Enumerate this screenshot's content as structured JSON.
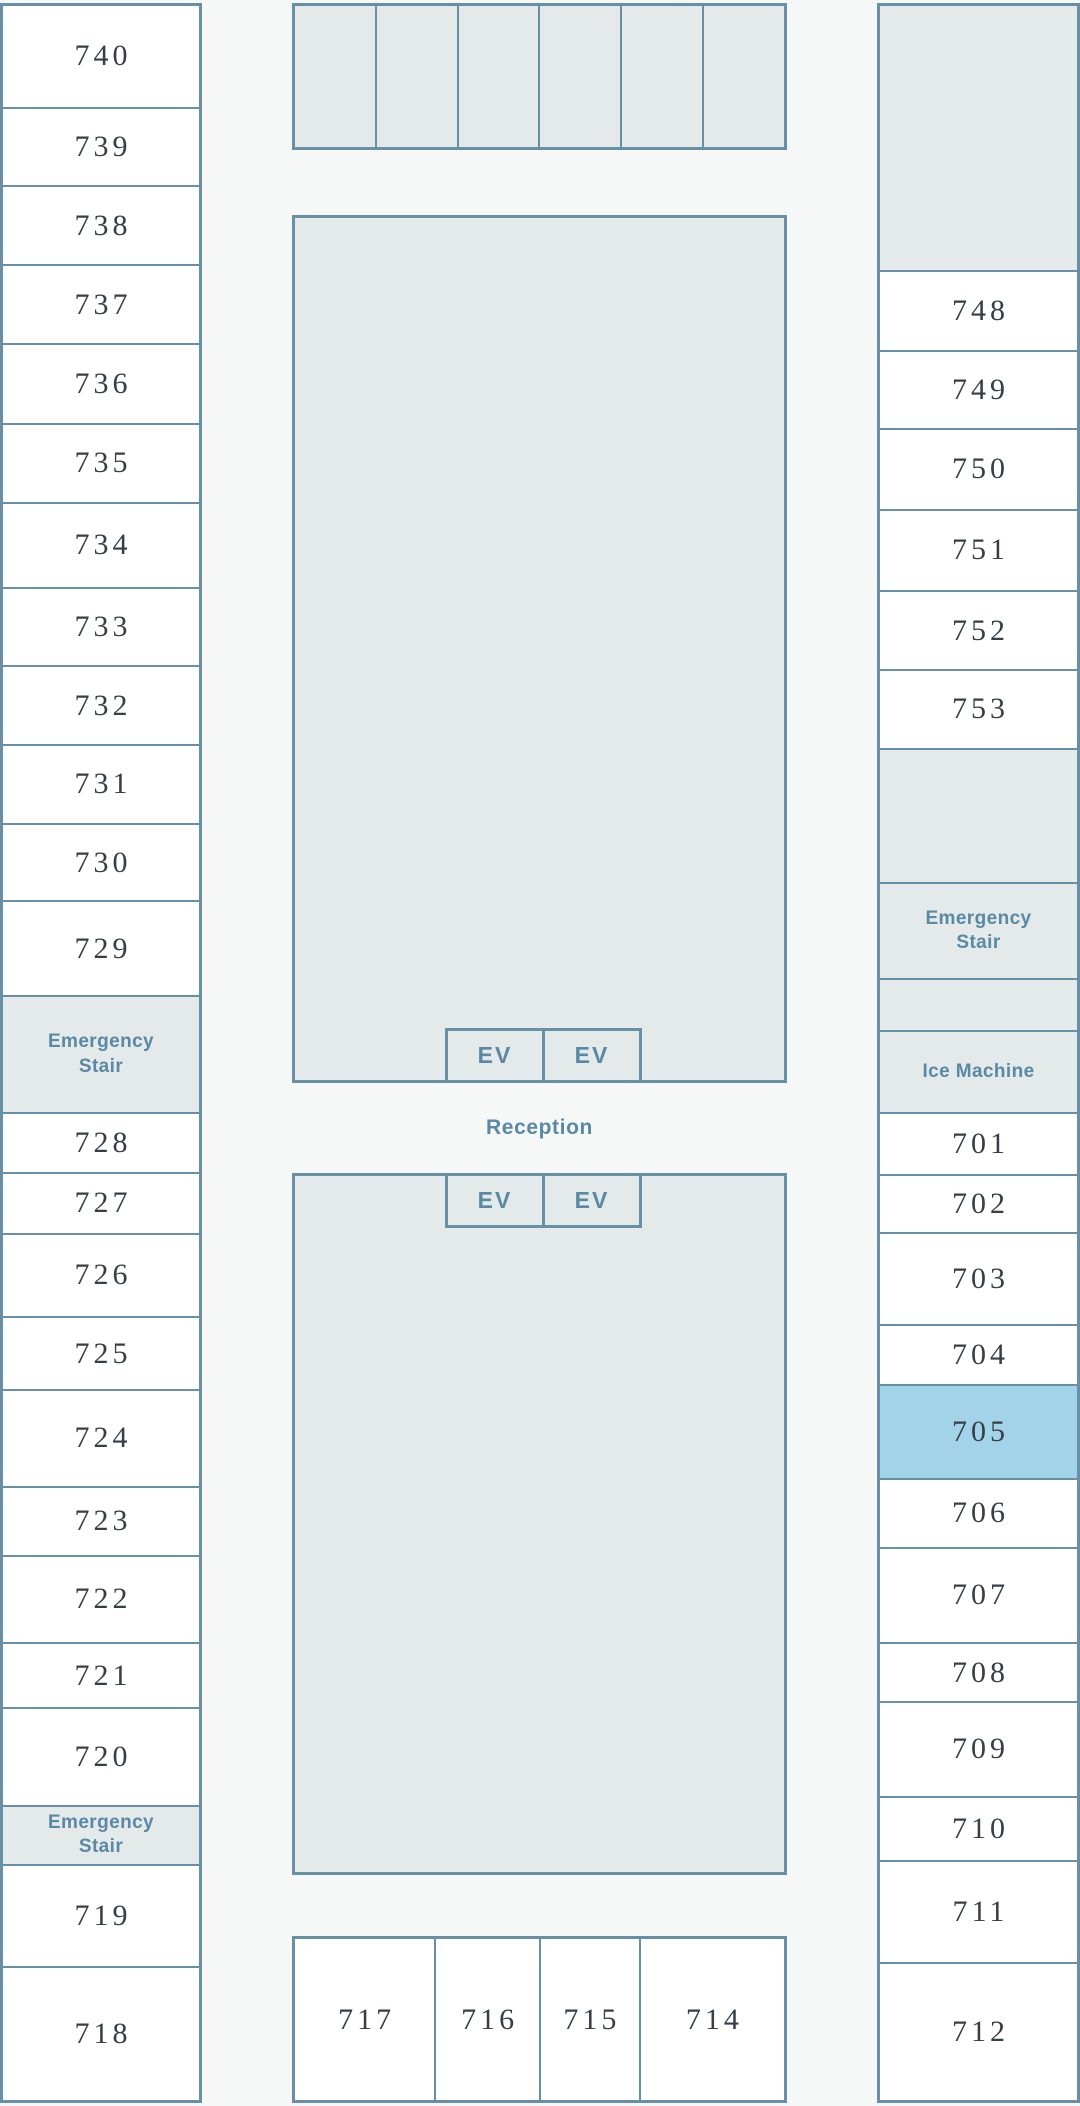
{
  "palette": {
    "wall_border": "#6790a6",
    "room_fill": "#ffffff",
    "utility_fill": "#e4e9ea",
    "selected_room_fill": "#a3d3e9",
    "room_number_color": "#363e47",
    "label_color": "#5a89a4",
    "corridor_background": "#f6f7f7"
  },
  "selected_room": "705",
  "labels": {
    "reception": "Reception",
    "elevator": "EV",
    "emergency_stair": "Emergency Stair",
    "ice_machine": "Ice Machine"
  },
  "elevator_banks": {
    "upper": [
      "EV",
      "EV"
    ],
    "lower": [
      "EV",
      "EV"
    ]
  },
  "top_utility_row": {
    "cell_count": 6
  },
  "left_column": {
    "cells": [
      {
        "label": "740",
        "type": "room"
      },
      {
        "label": "739",
        "type": "room"
      },
      {
        "label": "738",
        "type": "room"
      },
      {
        "label": "737",
        "type": "room"
      },
      {
        "label": "736",
        "type": "room"
      },
      {
        "label": "735",
        "type": "room"
      },
      {
        "label": "734",
        "type": "room"
      },
      {
        "label": "733",
        "type": "room"
      },
      {
        "label": "732",
        "type": "room"
      },
      {
        "label": "731",
        "type": "room"
      },
      {
        "label": "730",
        "type": "room"
      },
      {
        "label": "729",
        "type": "room"
      },
      {
        "label": "Emergency Stair",
        "type": "stair"
      },
      {
        "label": "728",
        "type": "room"
      },
      {
        "label": "727",
        "type": "room"
      },
      {
        "label": "726",
        "type": "room"
      },
      {
        "label": "725",
        "type": "room"
      },
      {
        "label": "724",
        "type": "room"
      },
      {
        "label": "723",
        "type": "room"
      },
      {
        "label": "722",
        "type": "room"
      },
      {
        "label": "721",
        "type": "room"
      },
      {
        "label": "720",
        "type": "room"
      },
      {
        "label": "Emergency Stair",
        "type": "stair"
      },
      {
        "label": "719",
        "type": "room"
      },
      {
        "label": "718",
        "type": "room"
      }
    ]
  },
  "right_column": {
    "cells": [
      {
        "label": "",
        "type": "utility"
      },
      {
        "label": "748",
        "type": "room"
      },
      {
        "label": "749",
        "type": "room"
      },
      {
        "label": "750",
        "type": "room"
      },
      {
        "label": "751",
        "type": "room"
      },
      {
        "label": "752",
        "type": "room"
      },
      {
        "label": "753",
        "type": "room"
      },
      {
        "label": "",
        "type": "utility"
      },
      {
        "label": "Emergency Stair",
        "type": "stair"
      },
      {
        "label": "",
        "type": "utility"
      },
      {
        "label": "Ice Machine",
        "type": "ice"
      },
      {
        "label": "701",
        "type": "room"
      },
      {
        "label": "702",
        "type": "room"
      },
      {
        "label": "703",
        "type": "room"
      },
      {
        "label": "704",
        "type": "room"
      },
      {
        "label": "705",
        "type": "room",
        "highlighted": true
      },
      {
        "label": "706",
        "type": "room"
      },
      {
        "label": "707",
        "type": "room"
      },
      {
        "label": "708",
        "type": "room"
      },
      {
        "label": "709",
        "type": "room"
      },
      {
        "label": "710",
        "type": "room"
      },
      {
        "label": "711",
        "type": "room"
      },
      {
        "label": "712",
        "type": "room"
      }
    ]
  },
  "bottom_row": {
    "cells": [
      {
        "label": "717",
        "type": "room"
      },
      {
        "label": "716",
        "type": "room"
      },
      {
        "label": "715",
        "type": "room"
      },
      {
        "label": "714",
        "type": "room"
      }
    ]
  }
}
